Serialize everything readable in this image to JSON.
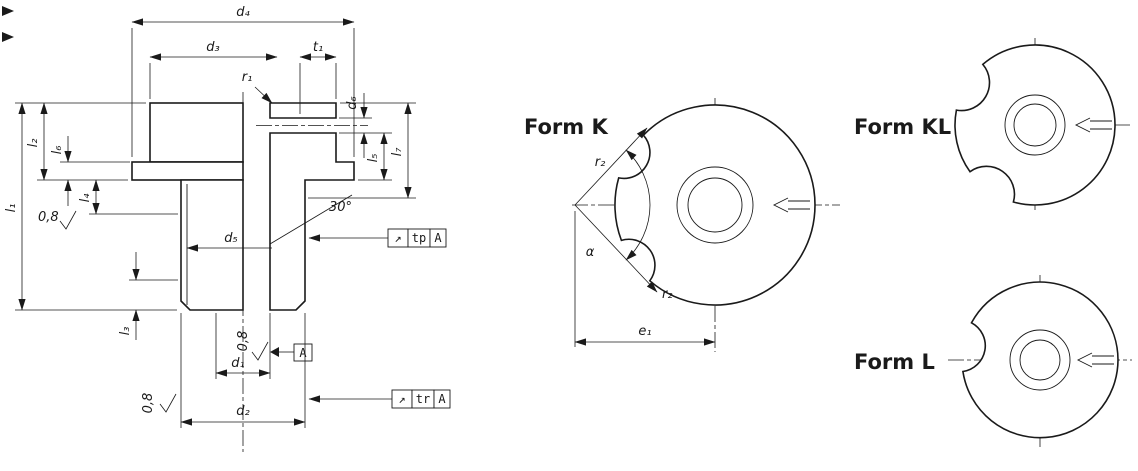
{
  "palette": {
    "ink": "#1a1a1a",
    "paper": "#ffffff"
  },
  "section_view": {
    "dims": {
      "d1": "d₁",
      "d2": "d₂",
      "d3": "d₃",
      "d4": "d₄",
      "d5": "d₅",
      "d6": "d₆",
      "l1": "l₁",
      "l2": "l₂",
      "l3": "l₃",
      "l4": "l₄",
      "l5": "l₅",
      "l6": "l₆",
      "l7": "l₇",
      "t1": "t₁",
      "r1": "r₁",
      "chamfer_angle": "30°"
    },
    "roughness_value": "0,8",
    "fcf": [
      {
        "symbol": "↗",
        "tolerance": "tp",
        "datum": "A"
      },
      {
        "symbol": "↗",
        "tolerance": "tr",
        "datum": "A"
      }
    ],
    "datum_label": "A"
  },
  "circular_views": {
    "form_k": {
      "title": "Form K",
      "r2_upper": "r₂",
      "r2_lower": "r₂",
      "alpha": "α",
      "e1": "e₁"
    },
    "form_kl": {
      "title": "Form KL"
    },
    "form_l": {
      "title": "Form L"
    }
  }
}
